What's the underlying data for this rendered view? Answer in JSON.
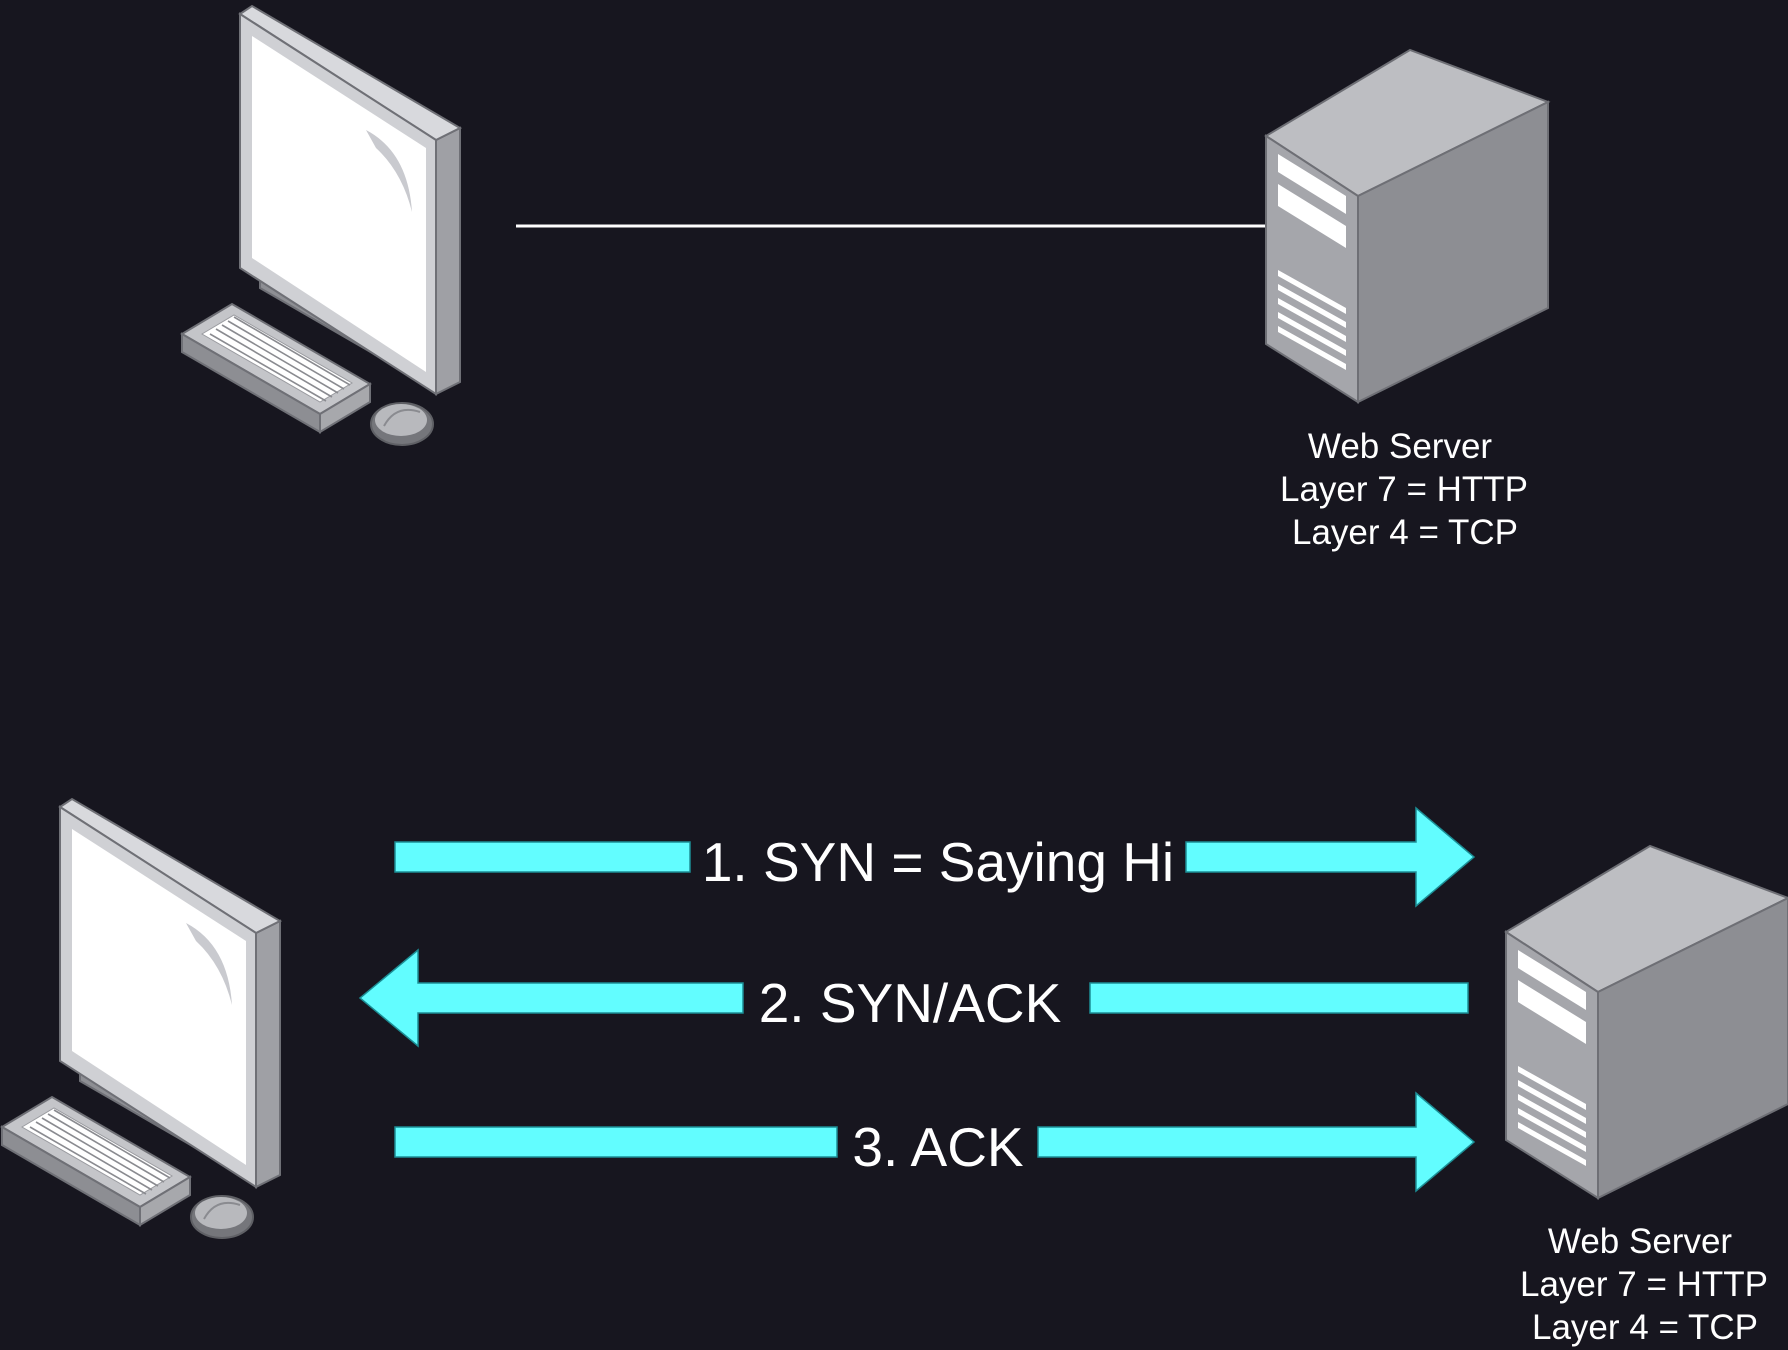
{
  "colors": {
    "background": "#17161f",
    "arrow": "#62fdff",
    "connection_line": "#ffffff",
    "label_text": "#ffffff"
  },
  "top_scene": {
    "server_label": {
      "line1": "Web Server",
      "line2": "Layer 7 = HTTP",
      "line3": "Layer 4 = TCP"
    }
  },
  "bottom_scene": {
    "server_label": {
      "line1": "Web Server",
      "line2": "Layer 7 = HTTP",
      "line3": "Layer 4 = TCP"
    },
    "handshake": [
      {
        "label": "1. SYN = Saying Hi",
        "direction": "to-server"
      },
      {
        "label": "2. SYN/ACK",
        "direction": "to-client"
      },
      {
        "label": "3. ACK",
        "direction": "to-server"
      }
    ]
  }
}
